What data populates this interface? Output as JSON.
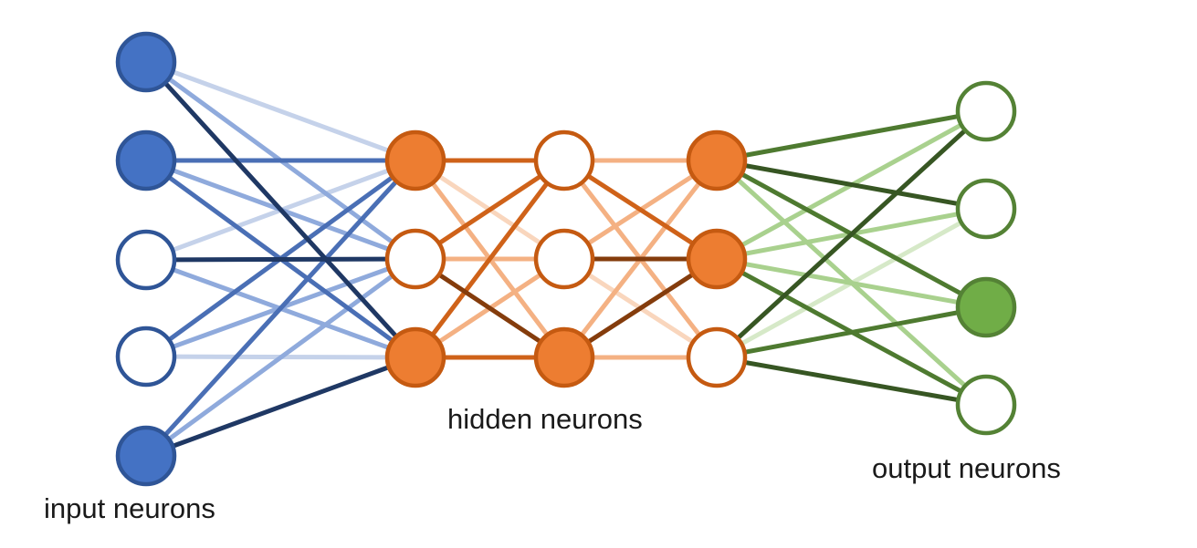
{
  "labels": {
    "input": "input neurons",
    "hidden": "hidden neurons",
    "output": "output neurons"
  },
  "palette": {
    "blue": {
      "stroke": "#2f5597",
      "fill": "#4472c4",
      "dark": "#1f3864",
      "mid": "#4a6fb5",
      "light": "#8faadc",
      "pale": "#c5d2ea"
    },
    "orange": {
      "stroke": "#c55a11",
      "fill": "#ed7d31",
      "dark": "#843c0c",
      "mid": "#cf6219",
      "light": "#f4b183",
      "pale": "#f9d6bd"
    },
    "green": {
      "stroke": "#548235",
      "fill": "#70ad47",
      "dark": "#375623",
      "mid": "#4e7a30",
      "light": "#a9d18e",
      "pale": "#d6e9c8"
    },
    "white": "#ffffff"
  },
  "layers": [
    {
      "name": "input",
      "color": "blue",
      "neurons": [
        {
          "id": "in-1",
          "filled": true
        },
        {
          "id": "in-2",
          "filled": true
        },
        {
          "id": "in-3",
          "filled": false
        },
        {
          "id": "in-4",
          "filled": false
        },
        {
          "id": "in-5",
          "filled": true
        }
      ]
    },
    {
      "name": "hidden-1",
      "color": "orange",
      "neurons": [
        {
          "id": "h1-1",
          "filled": true
        },
        {
          "id": "h1-2",
          "filled": false
        },
        {
          "id": "h1-3",
          "filled": true
        }
      ]
    },
    {
      "name": "hidden-2",
      "color": "orange",
      "neurons": [
        {
          "id": "h2-1",
          "filled": false
        },
        {
          "id": "h2-2",
          "filled": false
        },
        {
          "id": "h2-3",
          "filled": true
        }
      ]
    },
    {
      "name": "hidden-3",
      "color": "orange",
      "neurons": [
        {
          "id": "h3-1",
          "filled": true
        },
        {
          "id": "h3-2",
          "filled": true
        },
        {
          "id": "h3-3",
          "filled": false
        }
      ]
    },
    {
      "name": "output",
      "color": "green",
      "neurons": [
        {
          "id": "out-1",
          "filled": false
        },
        {
          "id": "out-2",
          "filled": false
        },
        {
          "id": "out-3",
          "filled": true
        },
        {
          "id": "out-4",
          "filled": false
        }
      ]
    }
  ],
  "connections": [
    {
      "from": "in-1",
      "to": "h1-1",
      "shade": "pale"
    },
    {
      "from": "in-1",
      "to": "h1-2",
      "shade": "light"
    },
    {
      "from": "in-1",
      "to": "h1-3",
      "shade": "dark"
    },
    {
      "from": "in-2",
      "to": "h1-1",
      "shade": "mid"
    },
    {
      "from": "in-2",
      "to": "h1-2",
      "shade": "light"
    },
    {
      "from": "in-2",
      "to": "h1-3",
      "shade": "mid"
    },
    {
      "from": "in-3",
      "to": "h1-1",
      "shade": "pale"
    },
    {
      "from": "in-3",
      "to": "h1-2",
      "shade": "dark"
    },
    {
      "from": "in-3",
      "to": "h1-3",
      "shade": "light"
    },
    {
      "from": "in-4",
      "to": "h1-1",
      "shade": "mid"
    },
    {
      "from": "in-4",
      "to": "h1-2",
      "shade": "light"
    },
    {
      "from": "in-4",
      "to": "h1-3",
      "shade": "pale"
    },
    {
      "from": "in-5",
      "to": "h1-1",
      "shade": "mid"
    },
    {
      "from": "in-5",
      "to": "h1-2",
      "shade": "light"
    },
    {
      "from": "in-5",
      "to": "h1-3",
      "shade": "dark"
    },
    {
      "from": "h1-1",
      "to": "h2-1",
      "shade": "mid"
    },
    {
      "from": "h1-1",
      "to": "h2-2",
      "shade": "pale"
    },
    {
      "from": "h1-1",
      "to": "h2-3",
      "shade": "light"
    },
    {
      "from": "h1-2",
      "to": "h2-1",
      "shade": "mid"
    },
    {
      "from": "h1-2",
      "to": "h2-2",
      "shade": "light"
    },
    {
      "from": "h1-2",
      "to": "h2-3",
      "shade": "dark"
    },
    {
      "from": "h1-3",
      "to": "h2-1",
      "shade": "mid"
    },
    {
      "from": "h1-3",
      "to": "h2-2",
      "shade": "light"
    },
    {
      "from": "h1-3",
      "to": "h2-3",
      "shade": "mid"
    },
    {
      "from": "h2-1",
      "to": "h3-1",
      "shade": "light"
    },
    {
      "from": "h2-1",
      "to": "h3-2",
      "shade": "mid"
    },
    {
      "from": "h2-1",
      "to": "h3-3",
      "shade": "light"
    },
    {
      "from": "h2-2",
      "to": "h3-1",
      "shade": "light"
    },
    {
      "from": "h2-2",
      "to": "h3-2",
      "shade": "dark"
    },
    {
      "from": "h2-2",
      "to": "h3-3",
      "shade": "pale"
    },
    {
      "from": "h2-3",
      "to": "h3-1",
      "shade": "light"
    },
    {
      "from": "h2-3",
      "to": "h3-2",
      "shade": "dark"
    },
    {
      "from": "h2-3",
      "to": "h3-3",
      "shade": "light"
    },
    {
      "from": "h3-1",
      "to": "out-1",
      "shade": "mid"
    },
    {
      "from": "h3-1",
      "to": "out-2",
      "shade": "dark"
    },
    {
      "from": "h3-1",
      "to": "out-3",
      "shade": "mid"
    },
    {
      "from": "h3-1",
      "to": "out-4",
      "shade": "light"
    },
    {
      "from": "h3-2",
      "to": "out-1",
      "shade": "light"
    },
    {
      "from": "h3-2",
      "to": "out-2",
      "shade": "light"
    },
    {
      "from": "h3-2",
      "to": "out-3",
      "shade": "light"
    },
    {
      "from": "h3-2",
      "to": "out-4",
      "shade": "mid"
    },
    {
      "from": "h3-3",
      "to": "out-1",
      "shade": "dark"
    },
    {
      "from": "h3-3",
      "to": "out-2",
      "shade": "pale"
    },
    {
      "from": "h3-3",
      "to": "out-3",
      "shade": "mid"
    },
    {
      "from": "h3-3",
      "to": "out-4",
      "shade": "dark"
    }
  ]
}
